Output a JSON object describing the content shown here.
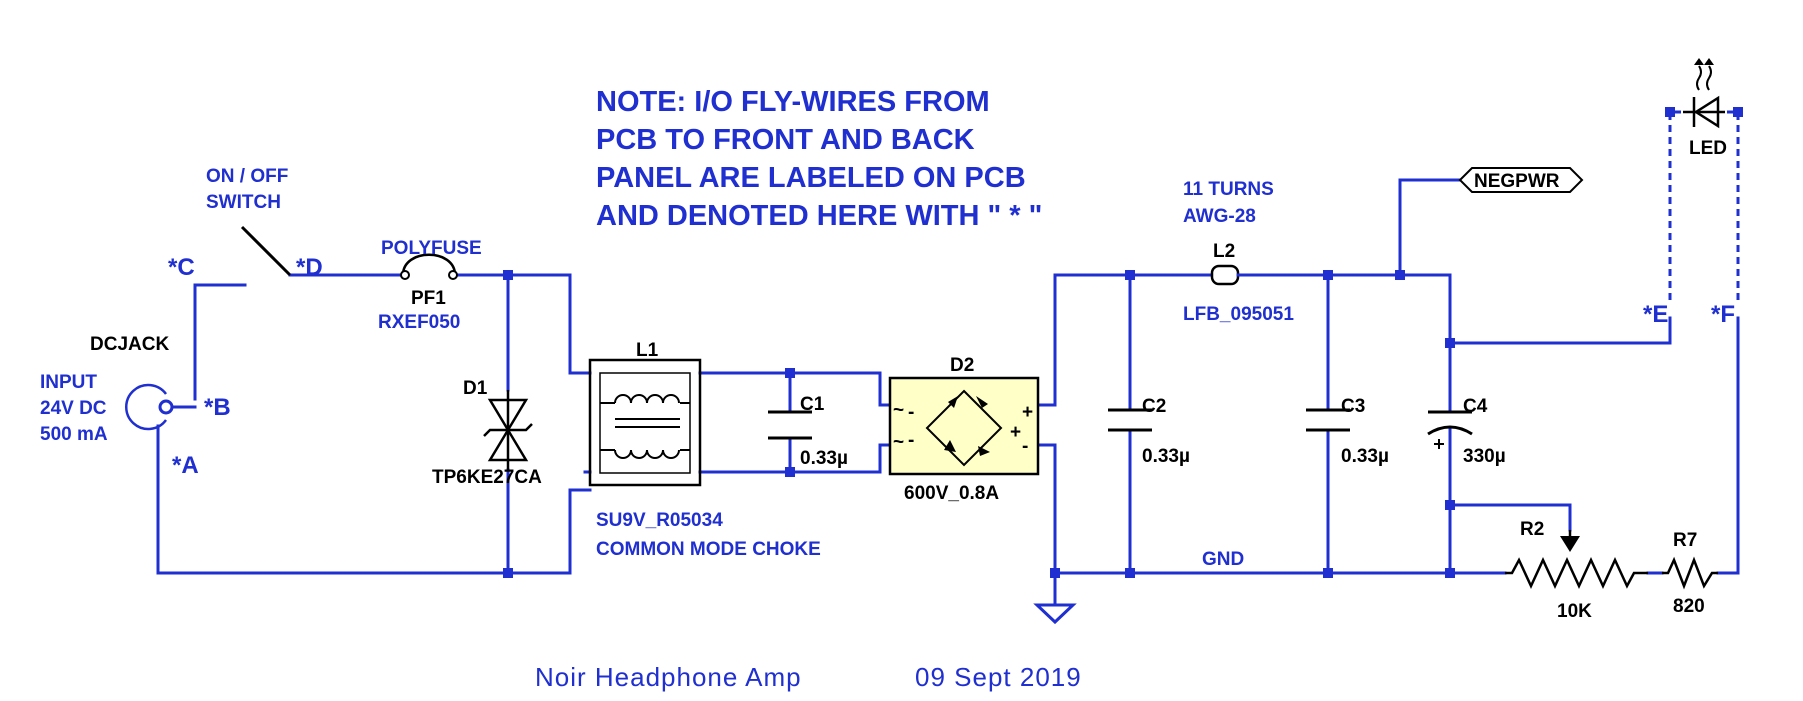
{
  "note": {
    "lines": [
      "NOTE: I/O FLY-WIRES FROM",
      "PCB TO FRONT AND BACK",
      "PANEL ARE LABELED ON PCB",
      "AND DENOTED HERE WITH \" * \""
    ]
  },
  "io_points": {
    "A": "*A",
    "B": "*B",
    "C": "*C",
    "D": "*D",
    "E": "*E",
    "F": "*F"
  },
  "components": {
    "dcjack": {
      "ref": "DCJACK",
      "desc_lines": [
        "INPUT",
        "24V DC",
        "500 mA"
      ]
    },
    "switch": {
      "desc_lines": [
        "ON / OFF",
        "SWITCH"
      ]
    },
    "pf1": {
      "type": "POLYFUSE",
      "ref": "PF1",
      "value": "RXEF050"
    },
    "d1": {
      "ref": "D1",
      "value": "TP6KE27CA"
    },
    "l1": {
      "ref": "L1",
      "value": "SU9V_R05034",
      "desc": "COMMON MODE CHOKE"
    },
    "c1": {
      "ref": "C1",
      "value": "0.33µ"
    },
    "d2": {
      "ref": "D2",
      "value": "600V_0.8A"
    },
    "l2": {
      "ref": "L2",
      "value": "LFB_095051",
      "desc_lines": [
        "11 TURNS",
        "AWG-28"
      ]
    },
    "c2": {
      "ref": "C2",
      "value": "0.33µ"
    },
    "c3": {
      "ref": "C3",
      "value": "0.33µ"
    },
    "c4": {
      "ref": "C4",
      "value": "330µ"
    },
    "r2": {
      "ref": "R2",
      "value": "10K"
    },
    "r7": {
      "ref": "R7",
      "value": "820"
    },
    "led": {
      "ref": "LED"
    }
  },
  "nets": {
    "negpwr": "NEGPWR",
    "gnd": "GND"
  },
  "bridge_pins": {
    "ac": "~",
    "minus": "-",
    "plus": "+"
  },
  "footer": {
    "title": "Noir Headphone Amp",
    "date": "09 Sept 2019"
  },
  "colors": {
    "wire": "#1f2fd0",
    "component": "#000000",
    "bridge_fill": "#ffffc8"
  }
}
